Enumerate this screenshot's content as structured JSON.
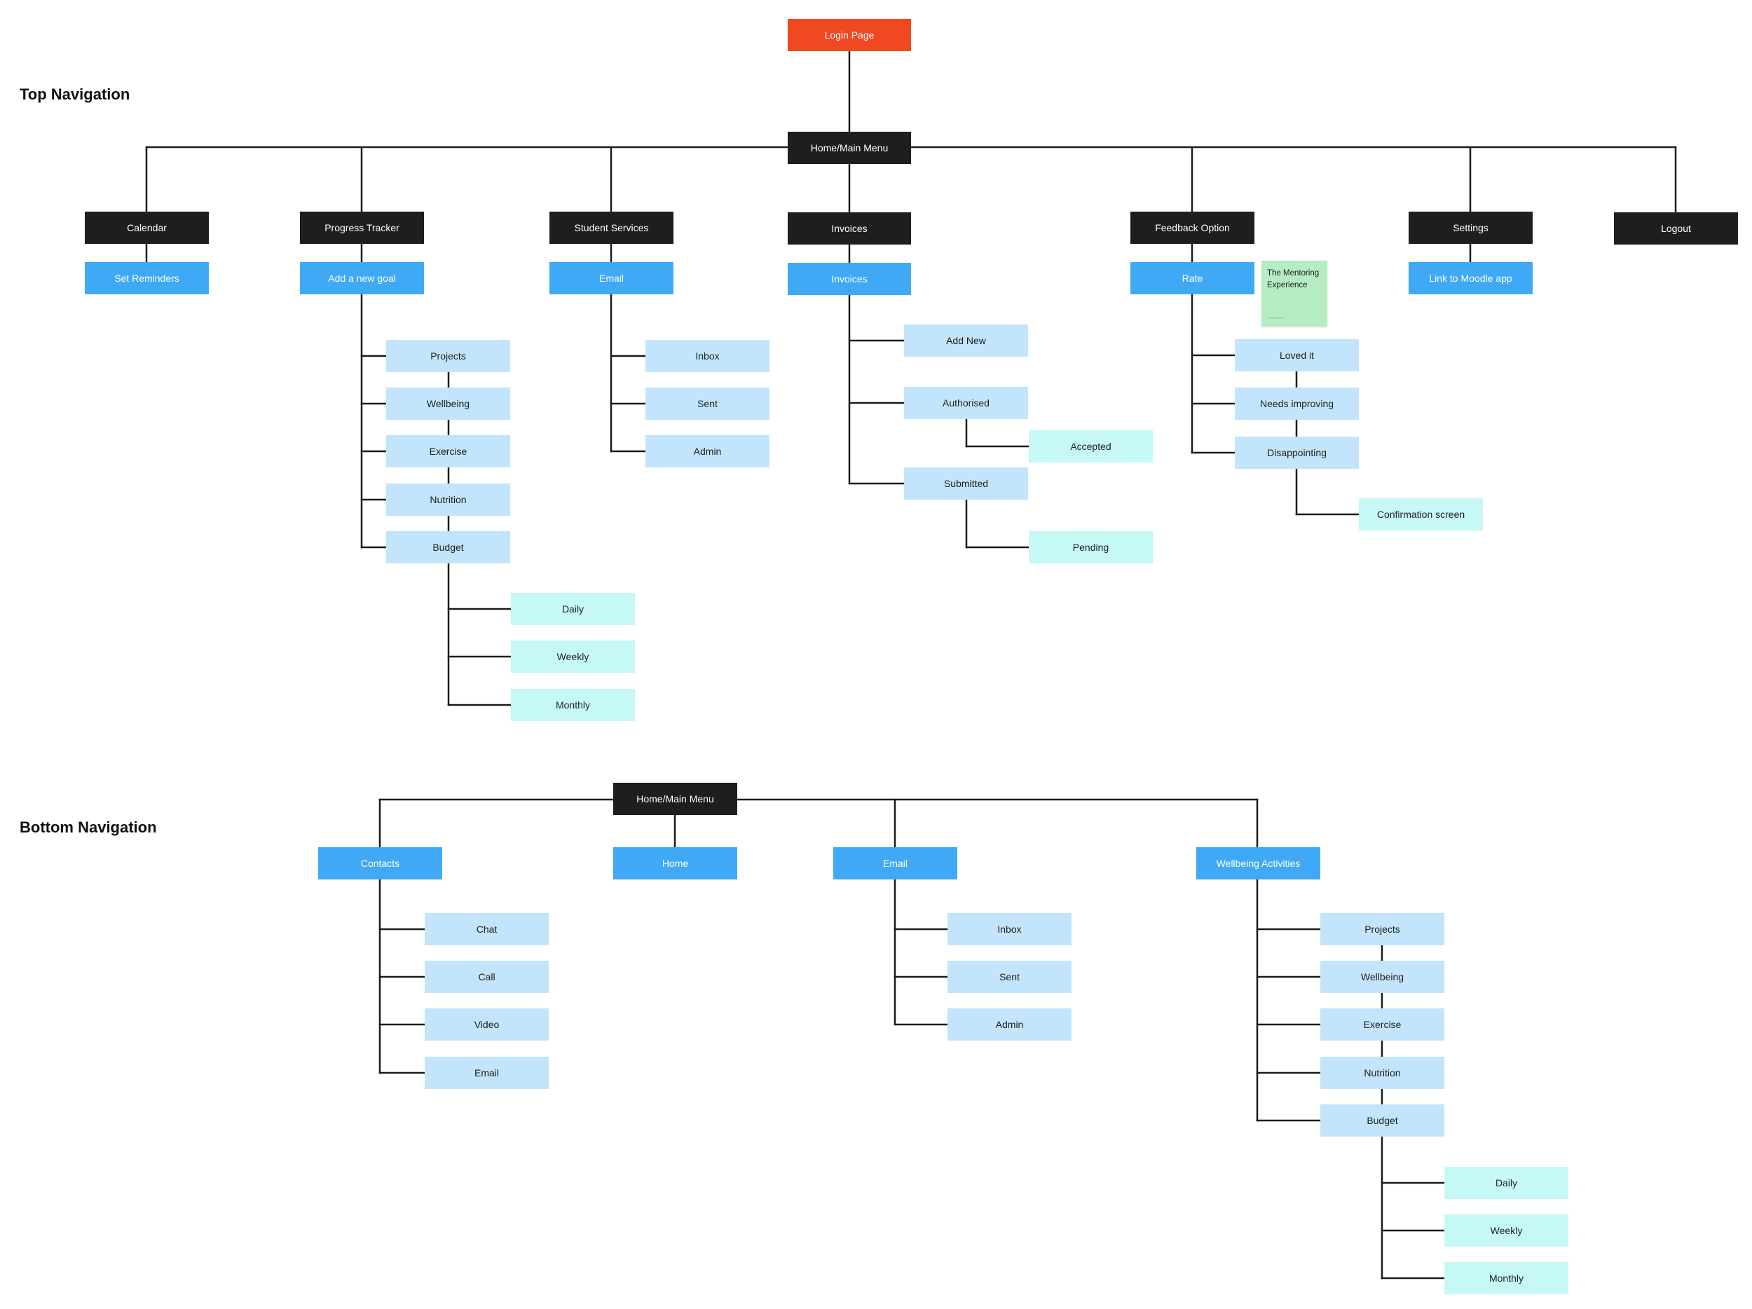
{
  "sections": {
    "top": "Top Navigation",
    "bottom": "Bottom Navigation"
  },
  "colors": {
    "root": "#f24822",
    "level1": "#1e1e1e",
    "level2": "#3fa9f5",
    "level3": "#c2e5fb",
    "level4": "#c6f8f5",
    "sticky": "#b5ecc1"
  },
  "nodes": {
    "login": "Login Page",
    "home_top": "Home/Main Menu",
    "calendar": "Calendar",
    "set_reminders": "Set Reminders",
    "progress_tracker": "Progress Tracker",
    "add_goal": "Add a new goal",
    "pt_projects": "Projects",
    "pt_wellbeing": "Wellbeing",
    "pt_exercise": "Exercise",
    "pt_nutrition": "Nutrition",
    "pt_budget": "Budget",
    "pt_daily": "Daily",
    "pt_weekly": "Weekly",
    "pt_monthly": "Monthly",
    "student_services": "Student Services",
    "ss_email": "Email",
    "ss_inbox": "Inbox",
    "ss_sent": "Sent",
    "ss_admin": "Admin",
    "invoices_header": "Invoices",
    "invoices_sub": "Invoices",
    "add_new": "Add New",
    "authorised": "Authorised",
    "accepted": "Accepted",
    "submitted": "Submitted",
    "pending": "Pending",
    "feedback": "Feedback Option",
    "rate": "Rate",
    "loved_it": "Loved it",
    "needs_improving": "Needs improving",
    "disappointing": "Disappointing",
    "confirmation": "Confirmation screen",
    "settings": "Settings",
    "moodle": "Link to Moodle app",
    "logout": "Logout",
    "home_bottom": "Home/Main Menu",
    "contacts": "Contacts",
    "chat": "Chat",
    "call": "Call",
    "video": "Video",
    "c_email": "Email",
    "home": "Home",
    "b_email": "Email",
    "b_inbox": "Inbox",
    "b_sent": "Sent",
    "b_admin": "Admin",
    "wellbeing_activities": "Wellbeing Activities",
    "wa_projects": "Projects",
    "wa_wellbeing": "Wellbeing",
    "wa_exercise": "Exercise",
    "wa_nutrition": "Nutrition",
    "wa_budget": "Budget",
    "wa_daily": "Daily",
    "wa_weekly": "Weekly",
    "wa_monthly": "Monthly"
  },
  "sticky_note": {
    "text": "The Mentoring Experience"
  }
}
